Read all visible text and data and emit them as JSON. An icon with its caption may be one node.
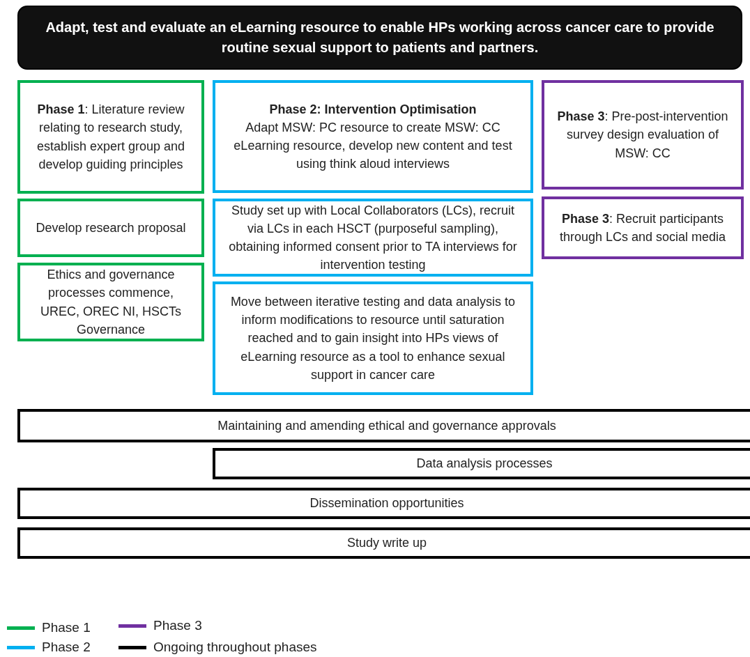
{
  "diagram": {
    "nodes": [
      {
        "text": [
          "Adapt, test and evaluate an eLearning resource to enable HPs working across cancer care to provide routine sexual support to patients and partners."
        ]
      },
      {
        "text": [
          "**Phase 1**: Literature review relating to research study, establish expert group and develop guiding principles"
        ]
      },
      {
        "text": [
          "Develop research proposal"
        ]
      },
      {
        "text": [
          "Ethics and governance processes commence, UREC, OREC NI, HSCTs Governance"
        ]
      },
      {
        "text": [
          "Phase 2: Intervention Optimisation",
          "Adapt MSW: PC resource to create MSW: CC eLearning resource, develop new content and test using think aloud interviews"
        ]
      },
      {
        "text": [
          "Study set up with Local Collaborators (LCs), recruit via LCs in each HSCT (purposeful sampling), obtaining informed consent prior to TA interviews for intervention testing"
        ]
      },
      {
        "text": [
          "Move between iterative testing and data analysis to inform modifications to resource until saturation reached and to gain insight into HPs views of eLearning resource as a tool to enhance sexual support in cancer care"
        ]
      },
      {
        "text": [
          "**Phase 3**: Pre-post-intervention survey design evaluation of MSW: CC"
        ]
      },
      {
        "text": [
          "**Phase 3**: Recruit participants through LCs and social media"
        ]
      },
      {
        "text": [
          "Maintaining and amending ethical and governance approvals"
        ]
      },
      {
        "text": [
          "Data analysis processes"
        ]
      },
      {
        "text": [
          "Dissemination opportunities"
        ]
      },
      {
        "text": [
          "Study write up"
        ]
      }
    ],
    "legend": [
      {
        "text": "Phase 1",
        "color": "#00b050"
      },
      {
        "text": "Phase 2",
        "color": "#00b0f0"
      },
      {
        "text": "Phase 3",
        "color": "#7030a0"
      },
      {
        "text": "Ongoing throughout phases",
        "color": "#000000"
      }
    ]
  }
}
